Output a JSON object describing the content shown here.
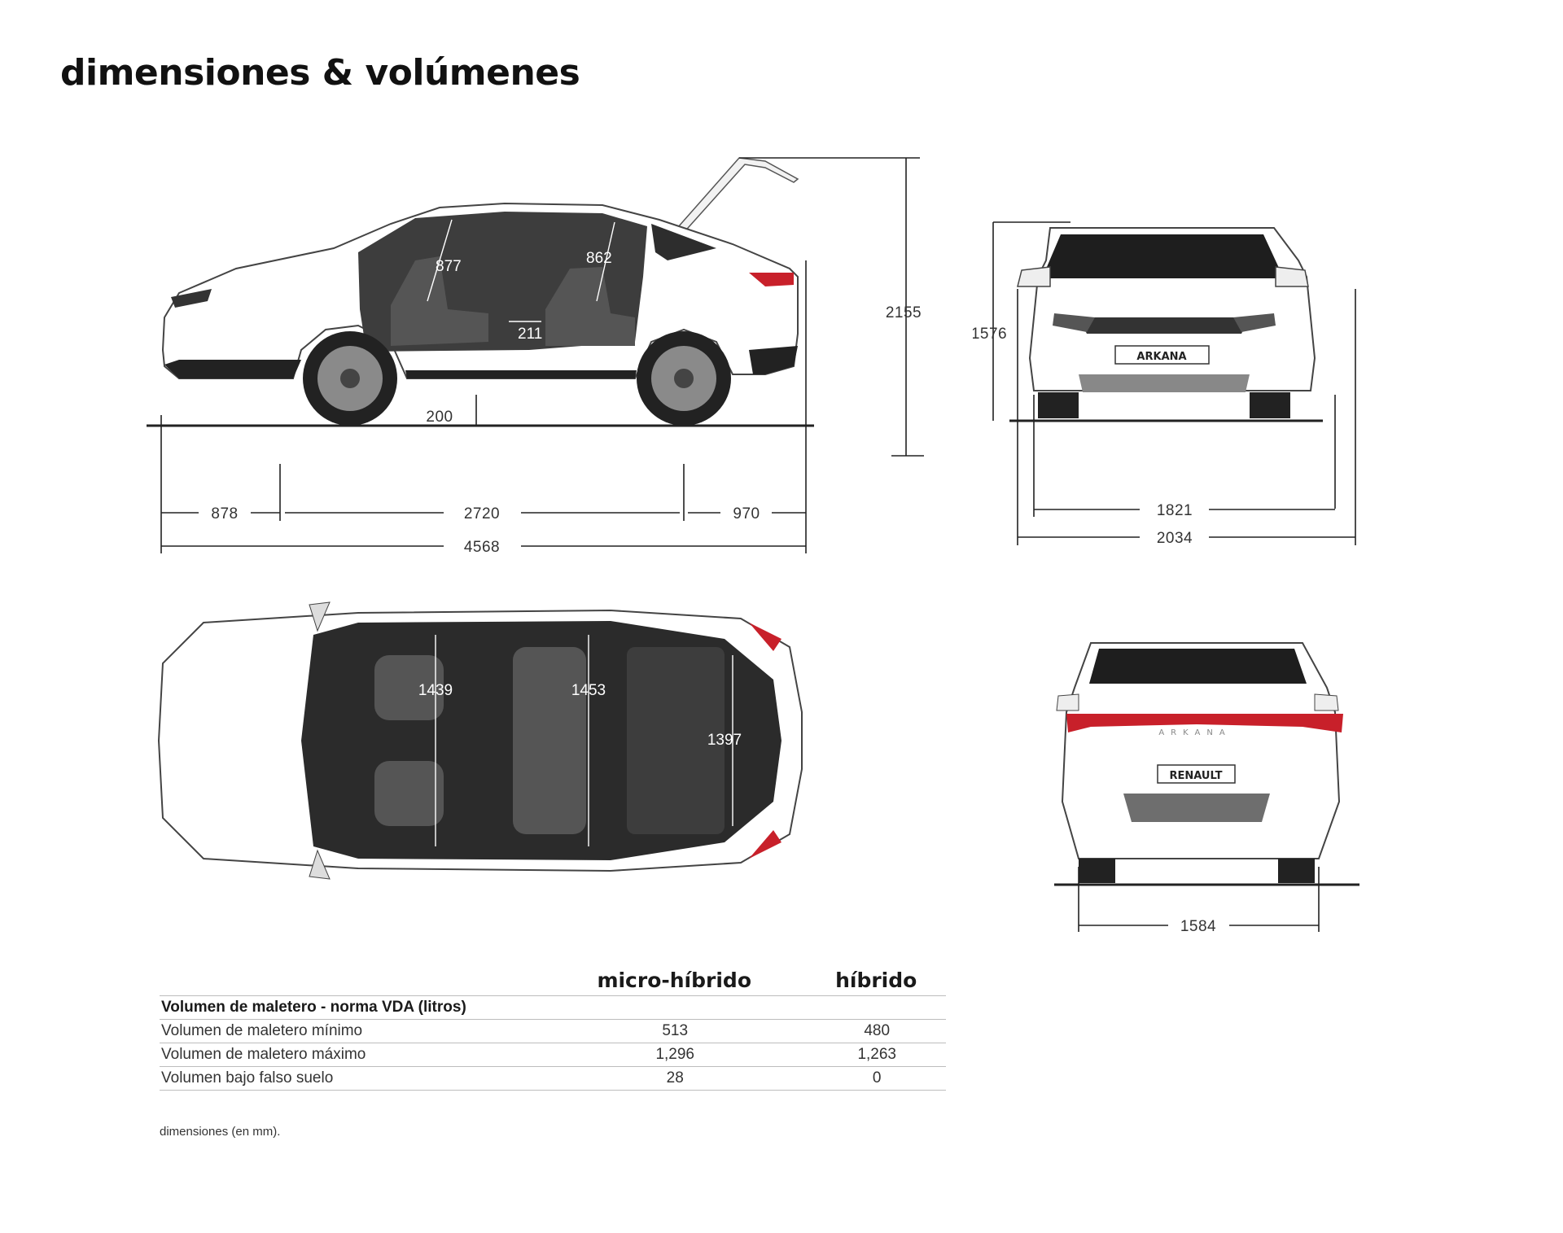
{
  "page": {
    "title": "dimensiones & volúmenes",
    "footnote": "dimensiones (en mm)."
  },
  "side_view": {
    "overhang_front": "878",
    "wheelbase": "2720",
    "overhang_rear": "970",
    "overall_length": "4568",
    "ground_clearance": "200",
    "front_headroom": "877",
    "rear_headroom": "862",
    "rear_kneeroom": "211",
    "height_tailgate_open": "2155"
  },
  "front_view": {
    "overall_height": "1576",
    "width_no_mirrors": "1821",
    "width_with_mirrors": "2034",
    "badge": "ARKANA"
  },
  "top_view": {
    "front_elbow_width": "1439",
    "rear_elbow_width": "1453",
    "trunk_width": "1397"
  },
  "rear_view": {
    "rear_track": "1584",
    "badge": "RENAULT",
    "model_lettering": "ARKANA"
  },
  "volumes_table": {
    "columns": [
      "micro-híbrido",
      "híbrido"
    ],
    "group_label": "Volumen de maletero - norma VDA (litros)",
    "rows": [
      {
        "label": "Volumen de maletero mínimo",
        "values": [
          "513",
          "480"
        ]
      },
      {
        "label": "Volumen de maletero máximo",
        "values": [
          "1,296",
          "1,263"
        ]
      },
      {
        "label": "Volumen bajo falso suelo",
        "values": [
          "28",
          "0"
        ]
      }
    ]
  },
  "colors": {
    "body": "#ffffff",
    "interior": "#3d3d3d",
    "accent_lights": "#c8202a",
    "dimension_lines": "#222222"
  }
}
